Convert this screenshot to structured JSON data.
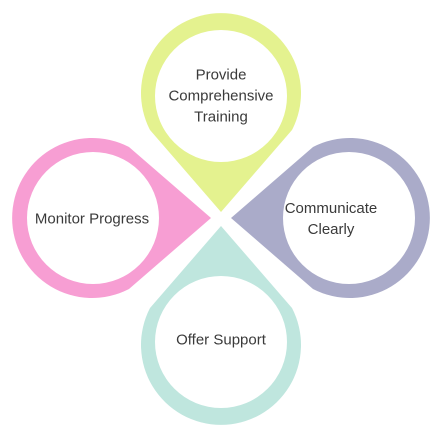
{
  "nodes": [
    {
      "id": "top",
      "label": "Provide\nComprehensive\nTraining",
      "color": "#e4f28f"
    },
    {
      "id": "right",
      "label": "Communicate\nClearly",
      "color": "#aaabc9"
    },
    {
      "id": "bottom",
      "label": "Offer Support",
      "color": "#bfe6de"
    },
    {
      "id": "left",
      "label": "Monitor Progress",
      "color": "#f79ed3"
    }
  ]
}
